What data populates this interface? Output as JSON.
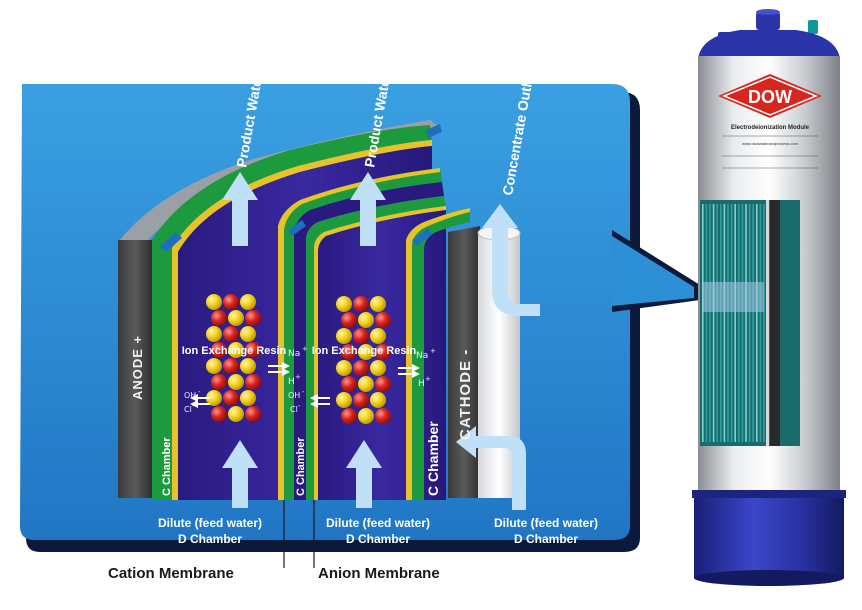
{
  "diagram": {
    "product_water_label": "Product Water",
    "concentrate_outlet_label": "Concentrate Outlet",
    "anode_label": "ANODE +",
    "cathode_label": "CATHODE -",
    "c_chamber_label": "C Chamber",
    "ion_exchange_label": "Ion Exchange Resin",
    "dilute_label": "Dilute (feed water)",
    "d_chamber_label": "D Chamber",
    "cation_membrane_label": "Cation Membrane",
    "anion_membrane_label": "Anion Membrane",
    "ions": {
      "na": "Na",
      "h": "H",
      "oh": "OH",
      "cl": "Cl",
      "plus": "+",
      "minus": "-"
    }
  },
  "module": {
    "brand": "DOW",
    "name": "Electrodeionization Module",
    "url_text": "www.dowwaterandprocess.com"
  },
  "colors": {
    "panel_blue": "#2d8fd5",
    "chamber_purple": "#32208f",
    "membrane_green": "#1e9a3e",
    "membrane_yellow": "#e8c22a",
    "resin_yellow": "#f3d21c",
    "resin_red": "#d8241f",
    "arrow_light_blue": "#bfe0f6",
    "dow_red": "#d7261e",
    "base_blue": "#2b34a8"
  }
}
